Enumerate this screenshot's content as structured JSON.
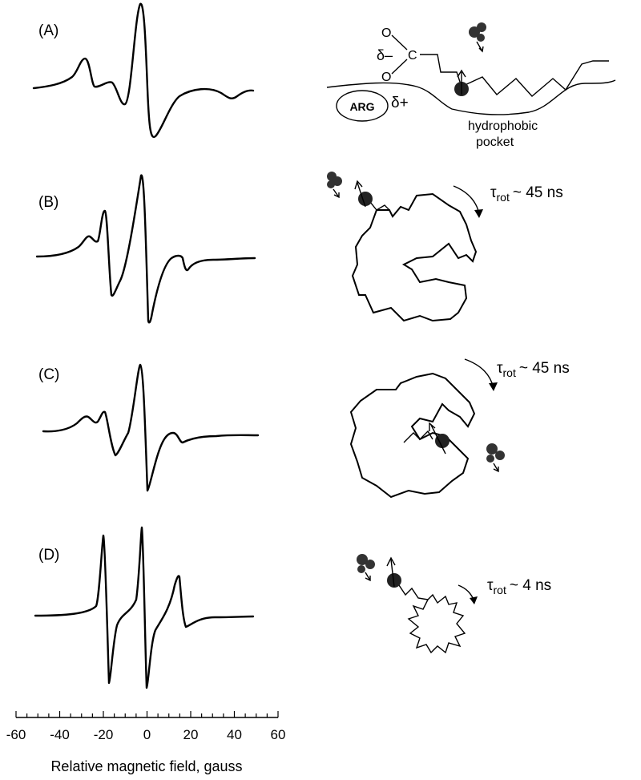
{
  "panels": [
    {
      "label": "(A)"
    },
    {
      "label": "(B)",
      "tau_value": "~ 45 ns"
    },
    {
      "label": "(C)",
      "tau_value": "~ 45 ns"
    },
    {
      "label": "(D)",
      "tau_value": "~ 4 ns"
    }
  ],
  "tau_symbol": "τ",
  "tau_subscript": "rot",
  "panel_a_labels": {
    "oxygen_top": "O",
    "oxygen_bottom": "O",
    "carbon": "C",
    "delta_minus": "δ–",
    "delta_plus": "δ+",
    "arg": "ARG",
    "pocket_line1": "hydrophobic",
    "pocket_line2": "pocket"
  },
  "axis": {
    "label": "Relative magnetic field, gauss",
    "min": -60,
    "max": 60,
    "major_ticks": [
      -60,
      -40,
      -20,
      0,
      20,
      40,
      60
    ],
    "tick_labels": [
      "-60",
      "-40",
      "-20",
      "0",
      "20",
      "40",
      "60"
    ],
    "minor_step": 5
  }
}
